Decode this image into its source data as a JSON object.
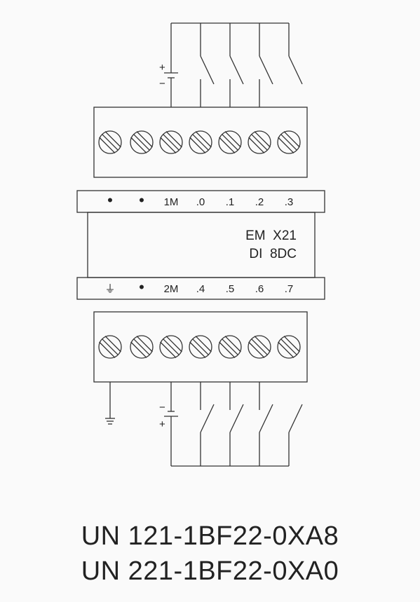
{
  "module": {
    "name_line1": "EM  X21",
    "name_line2": "DI  8DC"
  },
  "top_labels": [
    "•",
    "•",
    "1M",
    ".0",
    ".1",
    ".2",
    ".3"
  ],
  "bottom_labels": [
    "⏚",
    "•",
    "2M",
    ".4",
    ".5",
    ".6",
    ".7"
  ],
  "supply_top": {
    "plus": "+",
    "minus": "−"
  },
  "supply_bottom": {
    "plus": "+",
    "minus": "−"
  },
  "part_numbers": [
    "UN 121-1BF22-0XA8",
    "UN 221-1BF22-0XA0"
  ],
  "colors": {
    "line": "#333333",
    "background": "#fafafa"
  }
}
